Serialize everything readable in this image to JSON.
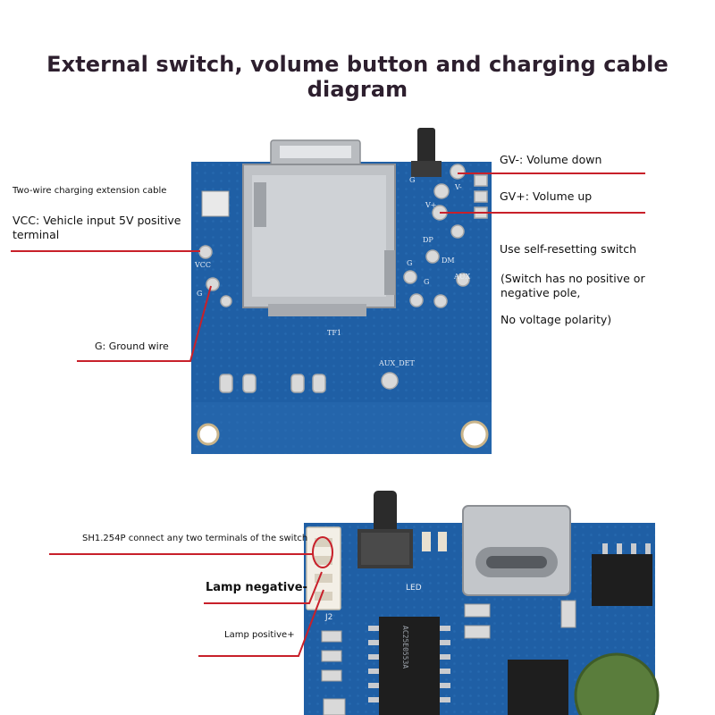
{
  "title": "External switch, volume button and charging cable diagram",
  "top_board": {
    "silkscreen": {
      "vcc": "VCC",
      "g_left": "G",
      "g_top": "G",
      "v_plus": "V+",
      "v_minus": "V-",
      "dp": "DP",
      "dm": "DM",
      "g_mid": "G",
      "g_low": "G",
      "aux": "AUX",
      "tf1": "TF1",
      "aux_det": "AUX_DET"
    },
    "labels": {
      "charging_cable": "Two-wire charging extension cable",
      "vcc": "VCC: Vehicle input 5V positive terminal",
      "ground": "G: Ground wire",
      "gv_minus": "GV-: Volume down",
      "gv_plus": "GV+: Volume up",
      "switch_line1": "Use self-resetting switch",
      "switch_line2": "(Switch has no positive or negative pole,",
      "switch_line3": "No voltage polarity)"
    }
  },
  "bottom_board": {
    "silkscreen": {
      "j2": "J2",
      "led": "LED",
      "chip": "AC25E0553A"
    },
    "labels": {
      "sh_connector": "SH1.254P connect any two terminals of the switch",
      "lamp_negative": "Lamp negative-",
      "lamp_positive": "Lamp positive+"
    }
  },
  "colors": {
    "pcb_blue": "#1f5fa5",
    "pcb_dark": "#174a86",
    "pointer_red": "#c8202a",
    "title": "#2d1f2e"
  }
}
